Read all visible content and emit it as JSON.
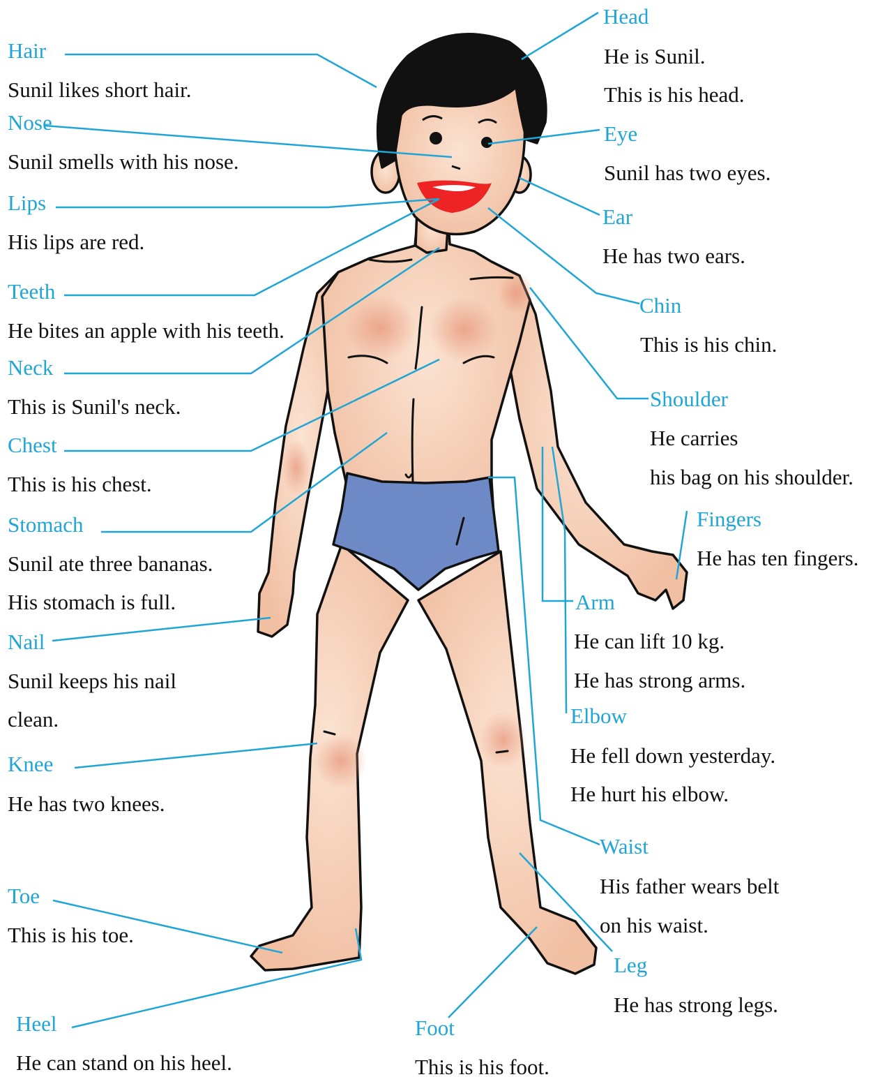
{
  "parts": {
    "hair": {
      "label": "Hair",
      "lines": [
        "Sunil likes short hair."
      ]
    },
    "nose": {
      "label": "Nose",
      "lines": [
        "Sunil smells with his nose."
      ]
    },
    "lips": {
      "label": "Lips",
      "lines": [
        "His lips are red."
      ]
    },
    "teeth": {
      "label": "Teeth",
      "lines": [
        "He bites an apple with his teeth."
      ]
    },
    "neck": {
      "label": "Neck",
      "lines": [
        "This is Sunil's neck."
      ]
    },
    "chest": {
      "label": "Chest",
      "lines": [
        "This is his chest."
      ]
    },
    "stomach": {
      "label": "Stomach",
      "lines": [
        "Sunil ate three bananas.",
        "His stomach is full."
      ]
    },
    "nail": {
      "label": "Nail",
      "lines": [
        "Sunil keeps his nail",
        "clean."
      ]
    },
    "knee": {
      "label": "Knee",
      "lines": [
        "He has two knees."
      ]
    },
    "toe": {
      "label": "Toe",
      "lines": [
        "This is his toe."
      ]
    },
    "heel": {
      "label": "Heel",
      "lines": [
        "He can stand on his heel."
      ]
    },
    "foot": {
      "label": "Foot",
      "lines": [
        "This is his foot."
      ]
    },
    "head": {
      "label": "Head",
      "lines": [
        "He is Sunil.",
        "This is  his head."
      ]
    },
    "eye": {
      "label": "Eye",
      "lines": [
        "Sunil has two eyes."
      ]
    },
    "ear": {
      "label": "Ear",
      "lines": [
        "He has two ears."
      ]
    },
    "chin": {
      "label": "Chin",
      "lines": [
        "This is his chin."
      ]
    },
    "shoulder": {
      "label": "Shoulder",
      "lines": [
        "He carries",
        "his bag on his shoulder."
      ]
    },
    "fingers": {
      "label": "Fingers",
      "lines": [
        "He has ten fingers."
      ]
    },
    "arm": {
      "label": "Arm",
      "lines": [
        "He can lift 10 kg.",
        "He has strong arms."
      ]
    },
    "elbow": {
      "label": "Elbow",
      "lines": [
        "He fell down yesterday.",
        "He hurt his elbow."
      ]
    },
    "waist": {
      "label": "Waist",
      "lines": [
        "His father wears belt",
        "on his waist."
      ]
    },
    "leg": {
      "label": "Leg",
      "lines": [
        "He has strong legs."
      ]
    }
  },
  "colors": {
    "label": "#1fa5d6",
    "leader": "#1fa5d6",
    "skin": "#f7d2bb",
    "skin_shade": "#eba487",
    "hair": "#111111",
    "lips": "#ee2424",
    "briefs": "#6d89c6"
  }
}
